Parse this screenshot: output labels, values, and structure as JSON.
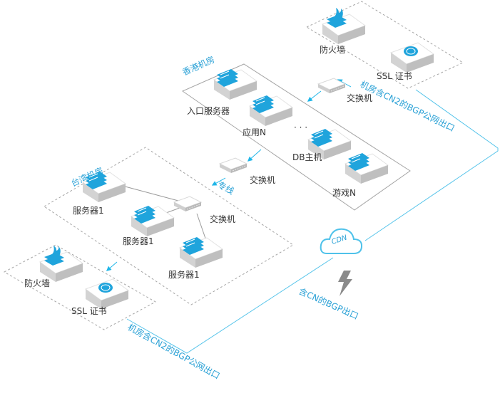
{
  "colors": {
    "accent": "#1fb6e8",
    "label": "#333333",
    "zone_border": "#a5a5a5",
    "device": "#1fa4dc"
  },
  "zones": {
    "hk": {
      "title": "香港机房"
    },
    "tw": {
      "title": "台湾机房"
    }
  },
  "devices": {
    "firewall_top": "防火墙",
    "ssl_top": "SSL 证书",
    "switch_top": "交换机",
    "hk_entry": "入口服务器",
    "hk_app": "应用N",
    "hk_dots": "· · ·",
    "hk_db": "DB主机",
    "hk_game": "游戏N",
    "switch_mid": "交换机",
    "tw_switch": "交换机",
    "tw_server1": "服务器1",
    "tw_server2": "服务器1",
    "tw_server3": "服务器1",
    "firewall_bottom": "防火墙",
    "ssl_bottom": "SSL 证书"
  },
  "links": {
    "top_bgp": "机房含CN2的BGP公网出口",
    "bottom_bgp": "机房含CN2的BGP公网出口",
    "cdn_bgp": "含CN的BGP出口",
    "dedicated": "专线"
  },
  "cdn": {
    "label": "CDN"
  },
  "icons": [
    "server-icon",
    "firewall-icon",
    "ssl-certificate-icon",
    "switch-icon",
    "cdn-cloud-icon",
    "lightning-icon",
    "arrow-icon"
  ]
}
